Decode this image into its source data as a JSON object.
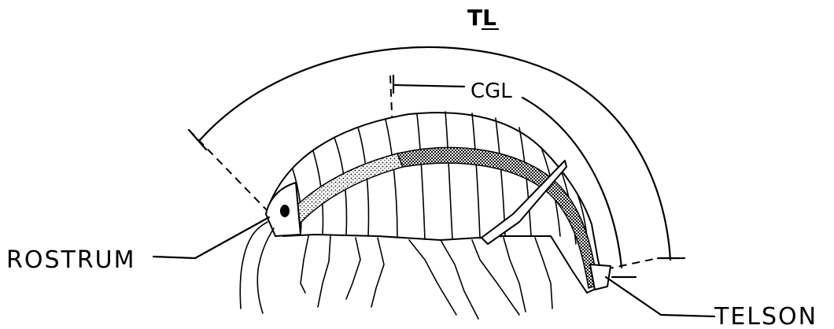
{
  "labels": {
    "total_length": "TL",
    "cgl": "CGL",
    "rostrum": "ROSTRUM",
    "telson": "TELSON"
  }
}
